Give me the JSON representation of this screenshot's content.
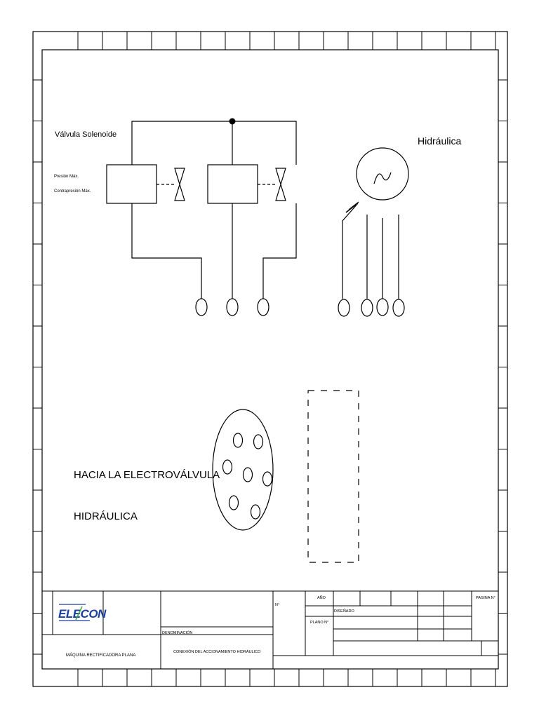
{
  "diagram": {
    "solenoid_title": "Válvula Solenoide",
    "pressure_max": "Presión Máx.",
    "counterpressure_max": "Contrapresión Máx.",
    "motor_title": "Hidráulica",
    "connector_line1": "HACIA LA ELECTROVÁLVULA",
    "connector_line2": "HIDRÁULICA"
  },
  "title_block": {
    "logo_text": "ELECON",
    "machine_name": "MÁQUINA RECTIFICADORA PLANA",
    "denomination_label": "DENOMINACIÓN",
    "denomination_value": "CONEXIÓN DEL ACCIONAMIENTO HIDRÁULICO",
    "number_label": "N°",
    "year_label": "AÑO",
    "designed_label": "DISEÑADO",
    "plan_number_label": "PLANO N°",
    "page_label": "PAGINA N°"
  },
  "colors": {
    "line": "#000000",
    "logo_blue": "#1a3f9c",
    "logo_green": "#3aa845"
  }
}
